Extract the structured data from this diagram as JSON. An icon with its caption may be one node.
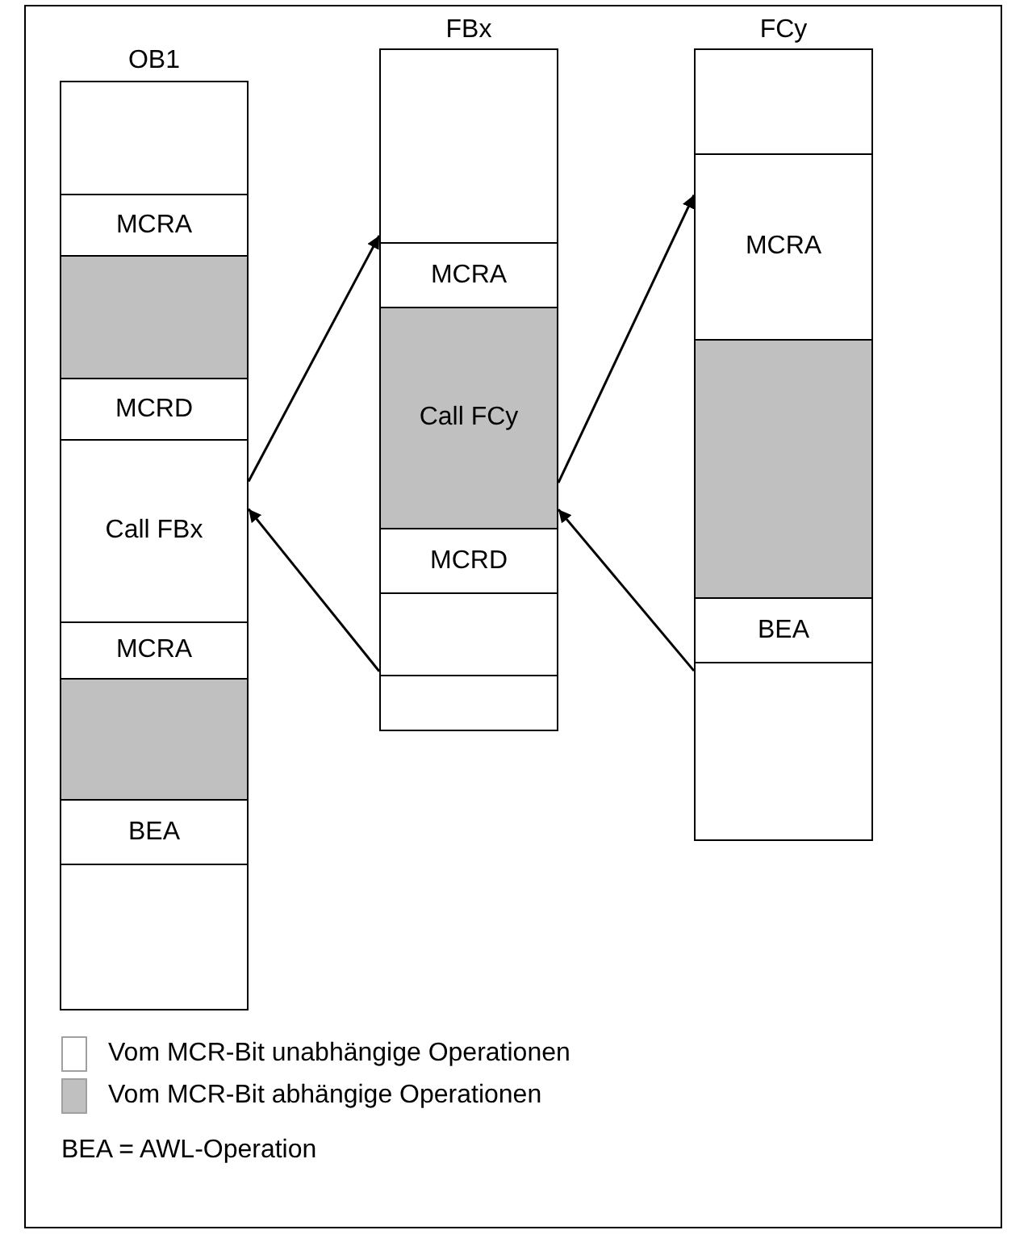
{
  "diagram": {
    "nodes": [
      {
        "text": [
          "OB1"
        ]
      },
      {
        "text": [],
        "shape": "box",
        "in": 0
      },
      {
        "text": [
          "MCRA"
        ],
        "in": 0
      },
      {
        "text": [],
        "shape": "box",
        "in": 0
      },
      {
        "text": [
          "MCRD"
        ],
        "in": 0
      },
      {
        "text": [
          "Call FBx"
        ],
        "in": 0
      },
      {
        "text": [
          "MCRA"
        ],
        "in": 0
      },
      {
        "text": [],
        "shape": "box",
        "in": 0
      },
      {
        "text": [
          "BEA"
        ],
        "in": 0
      },
      {
        "text": [],
        "shape": "box",
        "in": 0
      },
      {
        "text": [
          "FBx"
        ]
      },
      {
        "text": [],
        "shape": "box",
        "in": 10
      },
      {
        "text": [
          "MCRA"
        ],
        "in": 10
      },
      {
        "text": [
          "Call FCy"
        ],
        "in": 10
      },
      {
        "text": [
          "MCRD"
        ],
        "in": 10
      },
      {
        "text": [],
        "shape": "box",
        "in": 10
      },
      {
        "text": [],
        "shape": "box",
        "in": 10
      },
      {
        "text": [
          "FCy"
        ]
      },
      {
        "text": [],
        "shape": "box",
        "in": 17
      },
      {
        "text": [
          "MCRA"
        ],
        "in": 17
      },
      {
        "text": [],
        "shape": "box",
        "in": 17
      },
      {
        "text": [
          "BEA"
        ],
        "in": 17
      },
      {
        "text": [],
        "shape": "box",
        "in": 17
      }
    ],
    "edges": [
      {
        "from": 5,
        "to": 10,
        "arrow": "to"
      },
      {
        "from": 15,
        "to": 5,
        "arrow": "to"
      },
      {
        "from": 13,
        "to": 17,
        "arrow": "to"
      },
      {
        "from": 22,
        "to": 13,
        "arrow": "to"
      }
    ],
    "labels": [
      "BEA = AWL-Operation"
    ],
    "legend": [
      {
        "text": "Vom MCR-Bit unabhängige Operationen",
        "color": "#ffffff"
      },
      {
        "text": "Vom MCR-Bit abhängige Operationen",
        "color": "#c0c0c0"
      }
    ]
  }
}
